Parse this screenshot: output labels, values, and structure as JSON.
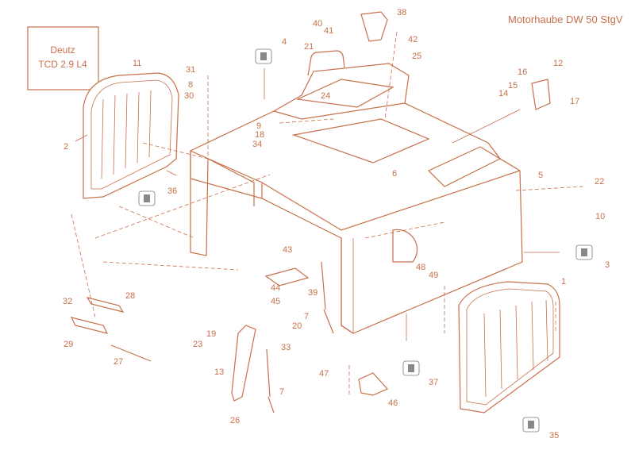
{
  "title": "Motorhaube DW 50 StgV",
  "engine_box": {
    "line1": "Deutz",
    "line2": "TCD 2.9 L4"
  },
  "part_labels": [
    "1",
    "2",
    "3",
    "4",
    "5",
    "6",
    "7",
    "8",
    "9",
    "10",
    "11",
    "12",
    "13",
    "14",
    "15",
    "16",
    "17",
    "18",
    "19",
    "20",
    "21",
    "22",
    "23",
    "24",
    "25",
    "26",
    "27",
    "28",
    "29",
    "30",
    "31",
    "32",
    "33",
    "34",
    "35",
    "36",
    "37",
    "38",
    "39",
    "40",
    "41",
    "42",
    "43",
    "44",
    "45",
    "46",
    "47",
    "48",
    "49"
  ],
  "colors": {
    "line": "#c8704a",
    "marker": "#777777"
  }
}
